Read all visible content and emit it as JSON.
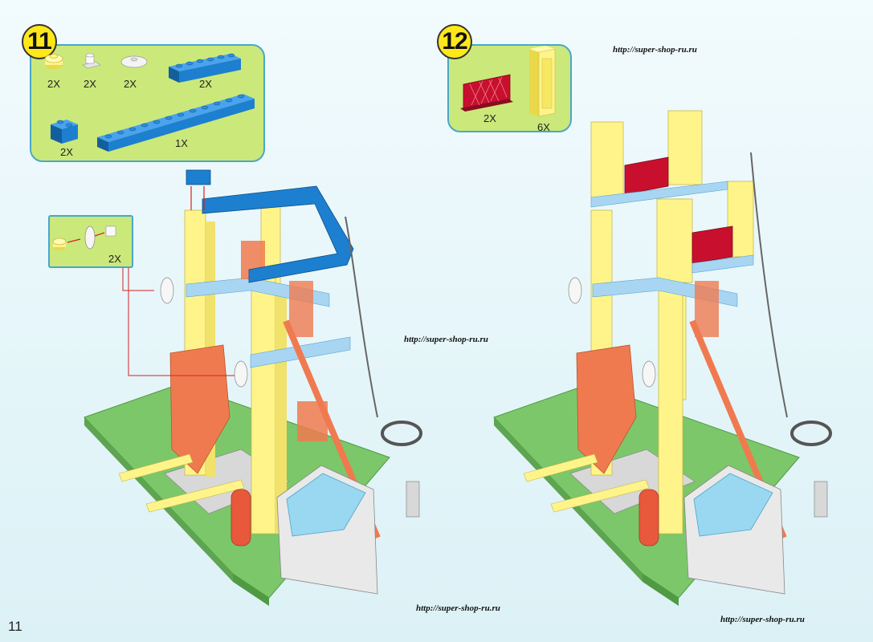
{
  "steps": [
    {
      "number": "11",
      "parts": [
        {
          "qty": "2X",
          "part": "round-plate-1x1-yellow"
        },
        {
          "qty": "2X",
          "part": "plate-clip-white"
        },
        {
          "qty": "2X",
          "part": "satellite-dish-white"
        },
        {
          "qty": "2X",
          "part": "brick-1x6-blue"
        },
        {
          "qty": "2X",
          "part": "brick-corner-blue"
        },
        {
          "qty": "1X",
          "part": "brick-1x12-blue"
        }
      ],
      "callout_qty": "2X"
    },
    {
      "number": "12",
      "parts": [
        {
          "qty": "2X",
          "part": "lattice-fence-red"
        },
        {
          "qty": "6X",
          "part": "brick-1x2x5-yellow"
        }
      ]
    }
  ],
  "watermarks": [
    "http://super-shop-ru.ru",
    "http://super-shop-ru.ru",
    "http://super-shop-ru.ru",
    "http://super-shop-ru.ru"
  ],
  "page_number": "11",
  "colors": {
    "panel_green": "#cbe87a",
    "panel_border": "#4aa7c8",
    "badge_yellow": "#ffe81a",
    "brick_blue": "#1d7fd0",
    "brick_yellow": "#fff48a",
    "brick_orange": "#f07a4f",
    "brick_red": "#c8102e",
    "baseplate_green": "#7cc76a",
    "pointer_red": "#d62020"
  }
}
